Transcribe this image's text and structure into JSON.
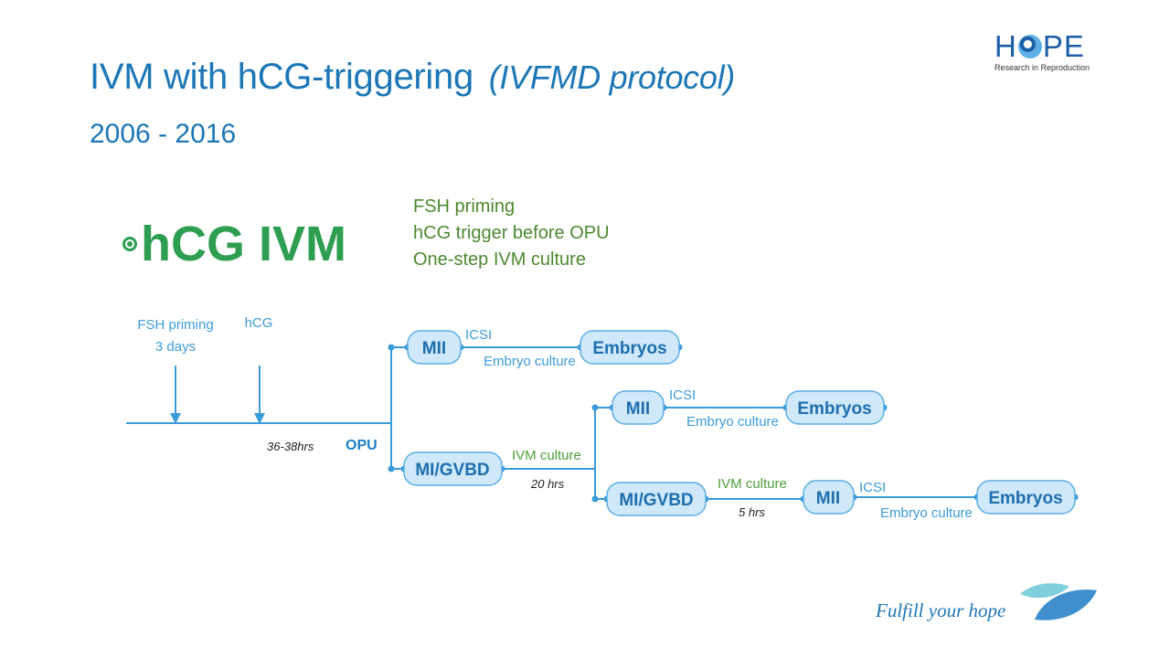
{
  "slide": {
    "title": "IVM with hCG-triggering",
    "title_italic": "(IVFMD protocol)",
    "subtitle": "2006 - 2016",
    "method_label": "hCG IVM",
    "features": [
      "FSH priming",
      "hCG trigger before OPU",
      "One-step IVM culture"
    ]
  },
  "logo": {
    "word_left": "H",
    "word_right": "PE",
    "tagline": "Research in Reproduction"
  },
  "diagram": {
    "timeline": {
      "fsh_label_line1": "FSH priming",
      "fsh_label_line2": "3 days",
      "hcg_label": "hCG",
      "interval_label": "36-38hrs",
      "opu_label": "OPU"
    },
    "nodes": {
      "mii_1": "MII",
      "embryos_1": "Embryos",
      "mi_gvbd_1": "MI/GVBD",
      "mii_2": "MII",
      "embryos_2": "Embryos",
      "mi_gvbd_2": "MI/GVBD",
      "mii_3": "MII",
      "embryos_3": "Embryos"
    },
    "edges": {
      "icsi_1": "ICSI",
      "embryo_culture_1": "Embryo culture",
      "ivm_culture_1": "IVM culture",
      "duration_1": "20 hrs",
      "icsi_2": "ICSI",
      "embryo_culture_2": "Embryo culture",
      "ivm_culture_2": "IVM culture",
      "duration_2": "5 hrs",
      "icsi_3": "ICSI",
      "embryo_culture_3": "Embryo culture"
    },
    "colors": {
      "line": "#3b9bd8",
      "node_fill": "#cfe8fa",
      "node_text": "#1d6fae",
      "ivm_label": "#4ea03a",
      "opu": "#1b7fc8"
    }
  },
  "footer": {
    "tagline": "Fulfill your hope",
    "icon": "leaf-icon"
  }
}
